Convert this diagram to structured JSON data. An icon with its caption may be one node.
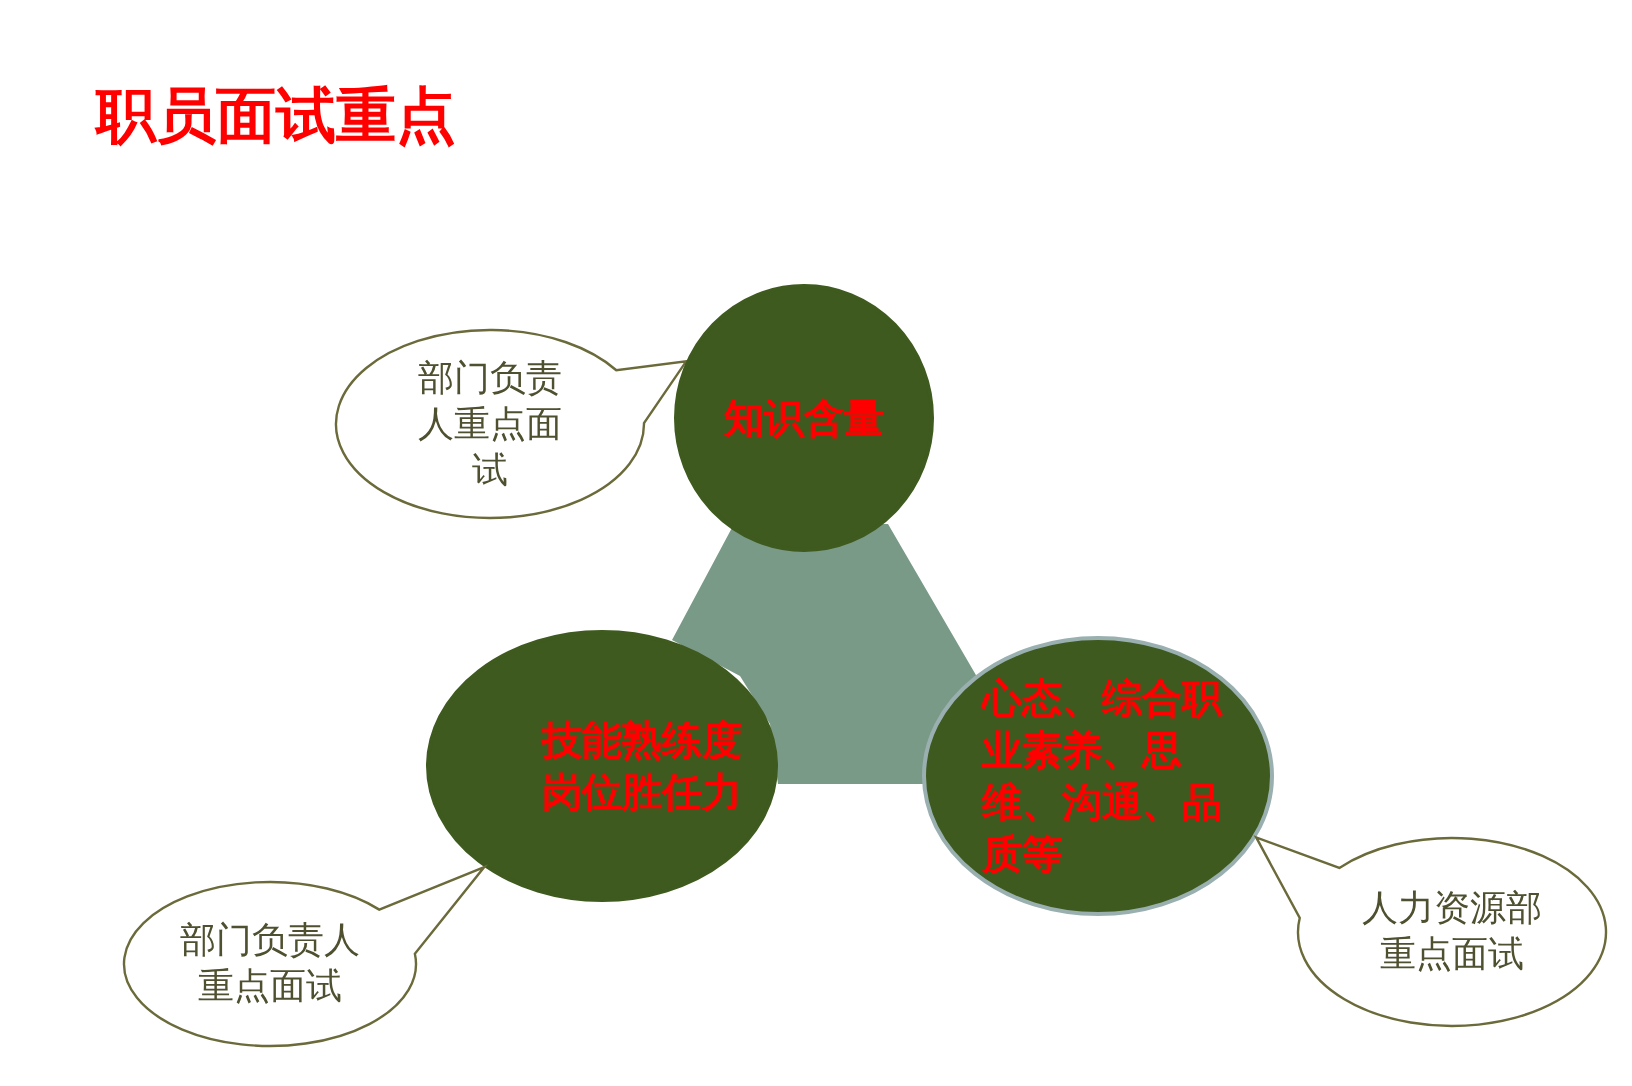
{
  "diagram": {
    "title": "职员面试重点",
    "nodes": [
      {
        "text": [
          "部门负责人重点面试"
        ]
      },
      {
        "text": [
          "知识含量"
        ]
      },
      {
        "text": [
          "技能熟练度岗位胜任力"
        ]
      },
      {
        "text": [
          "心态、综合职业素养、思维、沟通、品质等"
        ]
      },
      {
        "text": [
          "部门负责人重点面试"
        ]
      },
      {
        "text": [
          "人力资源部重点面试"
        ]
      },
      {
        "text": [],
        "shape": "triangle"
      }
    ]
  }
}
